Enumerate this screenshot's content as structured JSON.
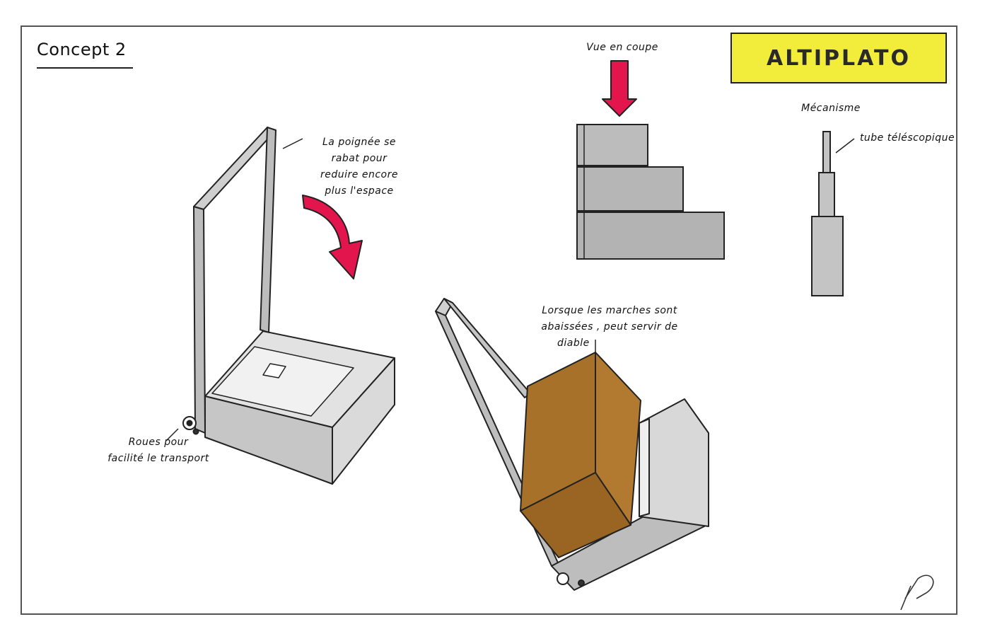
{
  "sheet": {
    "title": "Concept 2",
    "brand": "ALTIPLATO"
  },
  "annotations": {
    "handle_note": [
      "La poignée se",
      "rabat pour",
      "reduire encore",
      "plus l'espace"
    ],
    "wheels_note": [
      "Roues pour",
      "facilité le transport"
    ],
    "section_view": "Vue en coupe",
    "mechanism": "Mécanisme",
    "telescopic": "tube téléscopique",
    "lowered_note": [
      "Lorsque les marches sont",
      "abaissées , peut servir de",
      "diable"
    ]
  },
  "colors": {
    "brand_yellow": "#f2ec3a",
    "arrow_red": "#e3154d",
    "grey_fill": "#b9b9b9",
    "box_brown": "#a8712a"
  }
}
